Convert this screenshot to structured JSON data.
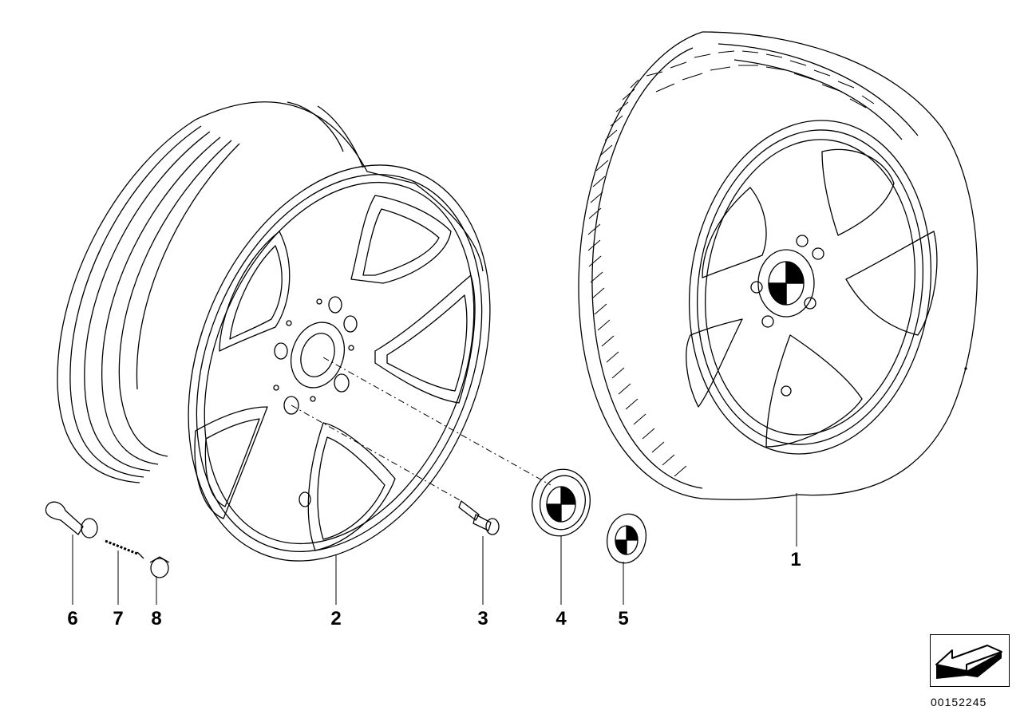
{
  "parts": [
    {
      "id": "1",
      "label": "1",
      "name": "complete-wheel-with-tire"
    },
    {
      "id": "2",
      "label": "2",
      "name": "light-alloy-rim"
    },
    {
      "id": "3",
      "label": "3",
      "name": "wheel-bolt"
    },
    {
      "id": "4",
      "label": "4",
      "name": "hub-cap"
    },
    {
      "id": "5",
      "label": "5",
      "name": "emblem"
    },
    {
      "id": "6",
      "label": "6",
      "name": "valve"
    },
    {
      "id": "7",
      "label": "7",
      "name": "valve-insert"
    },
    {
      "id": "8",
      "label": "8",
      "name": "valve-cap"
    }
  ],
  "document_number": "00152245",
  "colors": {
    "line": "#000000",
    "background": "#ffffff"
  }
}
